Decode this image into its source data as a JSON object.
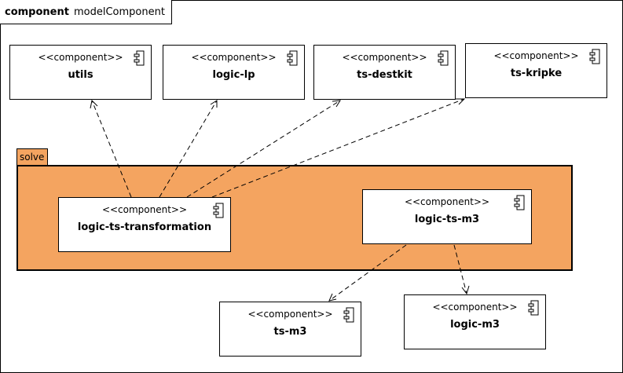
{
  "frame": {
    "keyword": "component",
    "name": "modelComponent"
  },
  "package": {
    "name": "solve",
    "fill": "#f4a460"
  },
  "stereotype": "<<component>>",
  "components": {
    "utils": "utils",
    "logic_lp": "logic-lp",
    "ts_destkit": "ts-destkit",
    "ts_kripke": "ts-kripke",
    "logic_ts_transformation": "logic-ts-transformation",
    "logic_ts_m3": "logic-ts-m3",
    "ts_m3": "ts-m3",
    "logic_m3": "logic-m3"
  }
}
